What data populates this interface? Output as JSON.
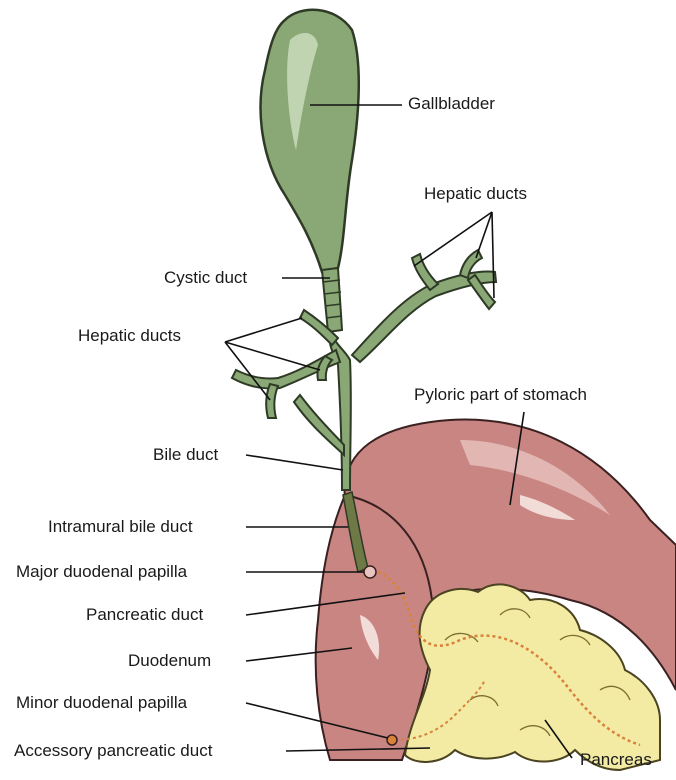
{
  "labels": {
    "gallbladder": "Gallbladder",
    "hepatic_ducts_right": "Hepatic ducts",
    "cystic_duct": "Cystic duct",
    "hepatic_ducts_left": "Hepatic ducts",
    "pyloric_stomach": "Pyloric part of stomach",
    "bile_duct": "Bile duct",
    "intramural_bile_duct": "Intramural bile duct",
    "major_duodenal_papilla": "Major duodenal papilla",
    "pancreatic_duct": "Pancreatic duct",
    "duodenum": "Duodenum",
    "minor_duodenal_papilla": "Minor duodenal papilla",
    "accessory_pancreatic_duct": "Accessory pancreatic duct",
    "pancreas": "Pancreas"
  },
  "colors": {
    "biliary_green": "#8aa876",
    "biliary_outline": "#2e3a26",
    "stomach_pink": "#c98582",
    "stomach_highlight": "#e8c3bf",
    "pancreas_yellow": "#f3eaa4",
    "duct_orange": "#d9823a",
    "intramural_duct": "#6e7a45"
  }
}
